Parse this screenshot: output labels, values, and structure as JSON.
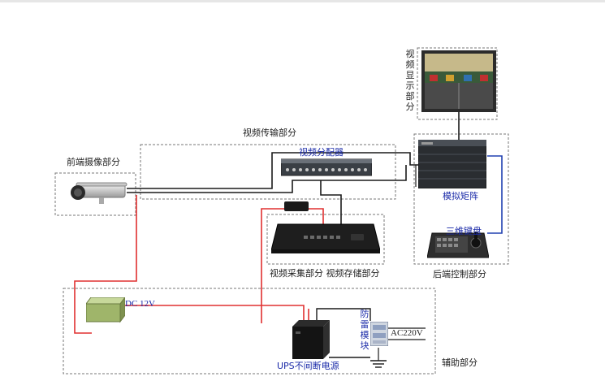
{
  "labels": {
    "front_camera": "前端摄像部分",
    "transmission": "视频传输部分",
    "video_distributor": "视频分配器",
    "display": [
      "视",
      "频",
      "显",
      "示",
      "部",
      "分"
    ],
    "analog_matrix": "模拟矩阵",
    "keyboard_3d": "三维键盘",
    "backend_control": "后端控制部分",
    "capture_storage": "视频采集部分 视频存储部分",
    "dc12v": "DC 12V",
    "lightning_module": [
      "防",
      "雷",
      "模",
      "块"
    ],
    "ac220v": "AC220V",
    "ups": "UPS不间断电源",
    "auxiliary": "辅助部分"
  },
  "colors": {
    "video_line": "#1a1a1a",
    "power_line": "#e03030",
    "control_line": "#2040b0",
    "dashed_border": "#777777",
    "label_blue": "#1a2aa8"
  }
}
